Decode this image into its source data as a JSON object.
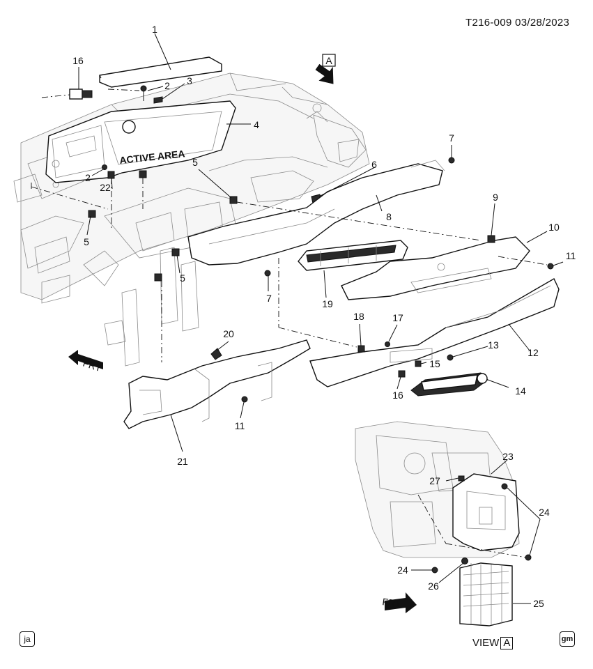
{
  "header": {
    "document_id": "T216-009 03/28/2023"
  },
  "view_arrow": {
    "letter": "A"
  },
  "direction_labels": {
    "front": "FRT"
  },
  "part_callouts": [
    {
      "id": "c1",
      "label": "1"
    },
    {
      "id": "c16a",
      "label": "16"
    },
    {
      "id": "c2a",
      "label": "2"
    },
    {
      "id": "c3",
      "label": "3"
    },
    {
      "id": "c4",
      "label": "4"
    },
    {
      "id": "c7a",
      "label": "7"
    },
    {
      "id": "c5a",
      "label": "5"
    },
    {
      "id": "c6",
      "label": "6"
    },
    {
      "id": "c2b",
      "label": "2"
    },
    {
      "id": "c22",
      "label": "22"
    },
    {
      "id": "c8",
      "label": "8"
    },
    {
      "id": "c9",
      "label": "9"
    },
    {
      "id": "c10",
      "label": "10"
    },
    {
      "id": "c5b",
      "label": "5"
    },
    {
      "id": "c11a",
      "label": "11"
    },
    {
      "id": "c5c",
      "label": "5"
    },
    {
      "id": "c7b",
      "label": "7"
    },
    {
      "id": "c19",
      "label": "19"
    },
    {
      "id": "c18",
      "label": "18"
    },
    {
      "id": "c17",
      "label": "17"
    },
    {
      "id": "c12",
      "label": "12"
    },
    {
      "id": "c20",
      "label": "20"
    },
    {
      "id": "c13",
      "label": "13"
    },
    {
      "id": "c15",
      "label": "15"
    },
    {
      "id": "c14",
      "label": "14"
    },
    {
      "id": "c16b",
      "label": "16"
    },
    {
      "id": "c11b",
      "label": "11"
    },
    {
      "id": "c21",
      "label": "21"
    },
    {
      "id": "c23",
      "label": "23"
    },
    {
      "id": "c27",
      "label": "27"
    },
    {
      "id": "c24a",
      "label": "24"
    },
    {
      "id": "c24b",
      "label": "24"
    },
    {
      "id": "c26",
      "label": "26"
    },
    {
      "id": "c25",
      "label": "25"
    }
  ],
  "display_text": "ACTIVE AREA",
  "footer": {
    "left_badge": "ja",
    "view_label": "VIEW",
    "view_letter": "A",
    "right_badge": "gm"
  }
}
